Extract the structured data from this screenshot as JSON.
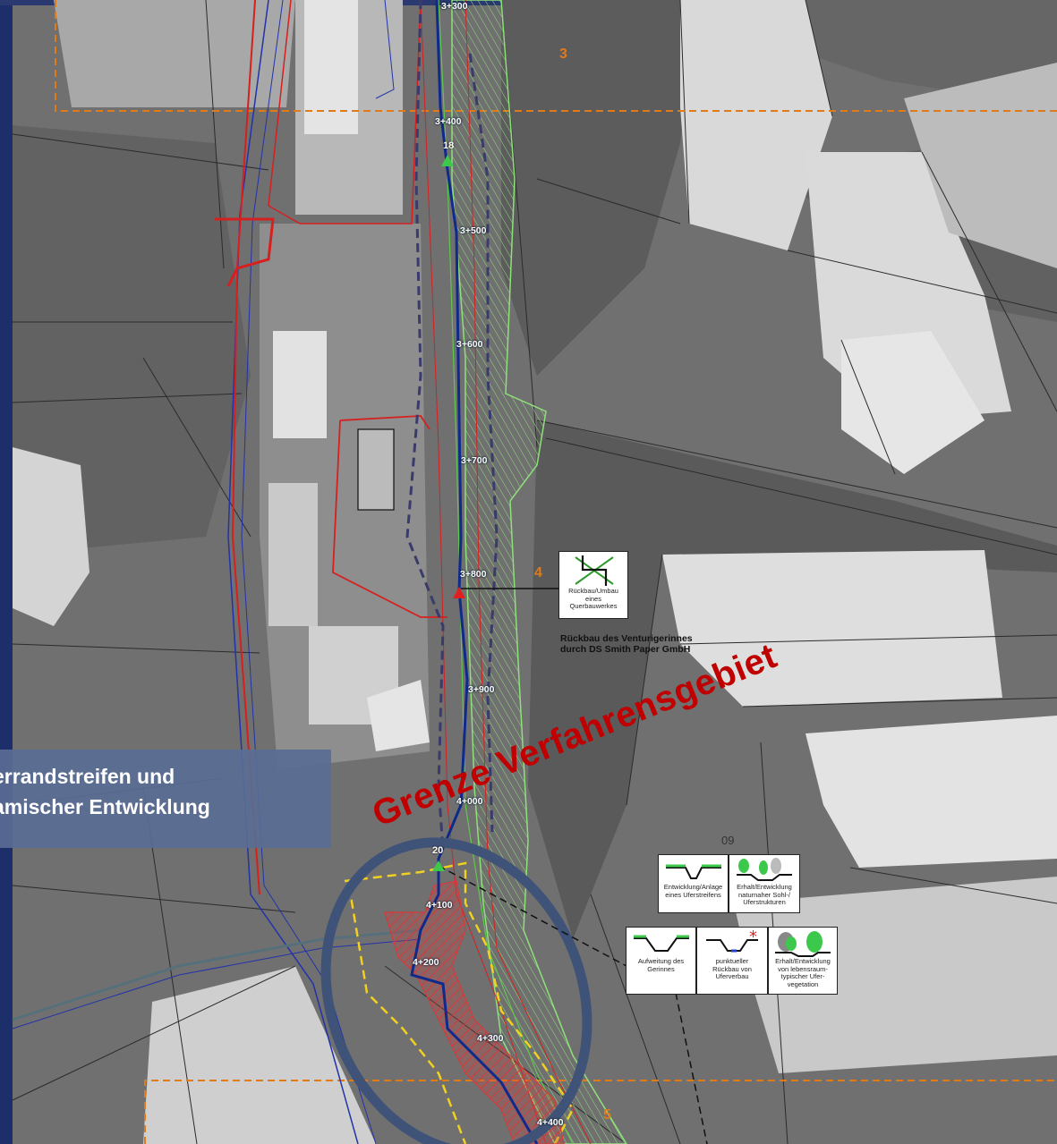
{
  "map": {
    "overlay_lines": [
      "errandstreifen und",
      "amischer Entwicklung"
    ],
    "grenze_label": "Grenze Verfahrensgebiet",
    "areas": [
      "3",
      "4",
      "5"
    ],
    "points": [
      "18",
      "20"
    ],
    "code_label": "09",
    "stations": [
      "3+300",
      "3+400",
      "3+500",
      "3+600",
      "3+700",
      "3+800",
      "3+900",
      "4+000",
      "4+100",
      "4+200",
      "4+300",
      "4+400"
    ],
    "venturi_sign": {
      "line1": "Rückbau/Umbau",
      "line2": "eines",
      "line3": "Querbauwerkes"
    },
    "venturi_note": {
      "line1": "Rückbau des Venturigerinnes",
      "line2": "durch DS Smith Paper GmbH"
    },
    "signs": {
      "s1": {
        "line1": "Entwicklung/Anlage",
        "line2": "eines Uferstreifens"
      },
      "s2": {
        "line1": "Erhalt/Entwicklung",
        "line2": "naturnaher Sohl-/",
        "line3": "Uferstrukturen"
      },
      "s3": {
        "line1": "Aufweitung des",
        "line2": "Gerinnes"
      },
      "s4": {
        "line1": "punktueller",
        "line2": "Rückbau von",
        "line3": "Uferverbau"
      },
      "s5": {
        "line1": "Erhalt/Entwicklung",
        "line2": "von lebensraum-",
        "line3": "typischer Ufer-",
        "line4": "vegetation"
      }
    },
    "colors": {
      "river": "#102a8c",
      "boundary": "#e07b1a",
      "red_line": "#d62020",
      "green_buffer": "#7fe060",
      "overlay": "#5a6d95",
      "grenze": "#c00000"
    }
  }
}
